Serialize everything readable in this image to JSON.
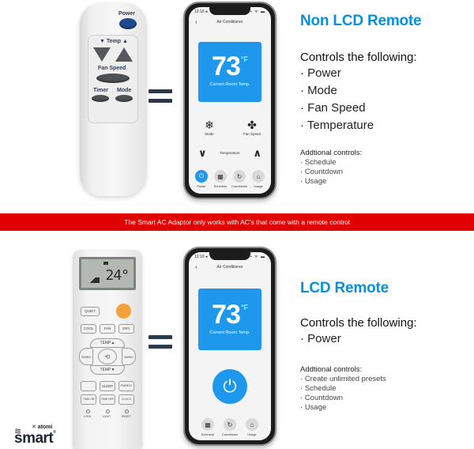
{
  "banner": {
    "text": "The Smart AC Adaptor only works with AC's that come with a remote control",
    "color": "#e00000"
  },
  "colors": {
    "accent_blue": "#0a8fd8",
    "app_blue": "#1e98ec",
    "equals_color": "#2c3a4d",
    "orange_button": "#f3a23a"
  },
  "section_non_lcd": {
    "heading": "Non LCD Remote",
    "controls_title": "Controls the following:",
    "controls": [
      "Power",
      "Mode",
      "Fan Speed",
      "Temperature"
    ],
    "additional_title": "Addtional controls:",
    "additional": [
      "Schedule",
      "Countdown",
      "Usage"
    ],
    "remote": {
      "power_label": "Power",
      "temp_label": "▼ Temp ▲",
      "fan_speed_label": "Fan Speed",
      "timer_label": "Timer",
      "mode_label": "Mode"
    },
    "phone": {
      "status_time": "12:10 ◂",
      "status_icons": "▪ ᯤ ▬",
      "back_icon": "‹",
      "title": "Air Conditioner",
      "temperature": "73",
      "unit": "°F",
      "temp_caption": "Current Room Temp.",
      "mode_icon": "❄",
      "mode_label": "Mode",
      "fan_icon": "✤",
      "fan_label": "Fan Speed",
      "temp_down": "∨",
      "temp_up": "∧",
      "temp_control_label": "Temperature",
      "tabs": [
        {
          "icon": "⏻",
          "label": "Power",
          "active": true
        },
        {
          "icon": "▦",
          "label": "Schedule",
          "active": false
        },
        {
          "icon": "↻",
          "label": "Countdown",
          "active": false
        },
        {
          "icon": "⌂",
          "label": "Usage",
          "active": false
        }
      ]
    }
  },
  "section_lcd": {
    "heading": "LCD Remote",
    "controls_title": "Controls the following:",
    "controls": [
      "Power"
    ],
    "additional_title": "Addtional controls:",
    "additional": [
      "Create unlimited presets",
      "Schedule",
      "Countdown",
      "Usage"
    ],
    "remote": {
      "lcd_value": "24°",
      "buttons": {
        "quiet": "QUIET",
        "cool": "COOL",
        "fan": "FAN",
        "dry": "DRY",
        "temp_up": "TEMP▲",
        "temp_down": "TEMP▼",
        "swing_left": "SWING",
        "swing_right": "SWING",
        "center": "⟲",
        "blank": "",
        "sleep": "SLEEP",
        "energy": "ENERGY",
        "time_on": "TIME ON",
        "time_off": "TIME OFF",
        "clock": "CLOCK",
        "lock": "LOCK",
        "light": "LIGHT",
        "reset": "RESET"
      }
    },
    "phone": {
      "status_time": "12:10 ◂",
      "status_icons": "▪ ᯤ ▬",
      "back_icon": "‹",
      "title": "Air Conditioner",
      "temperature": "73",
      "unit": "°F",
      "temp_caption": "Current Room Temp.",
      "power_icon": "⏻",
      "tabs": [
        {
          "icon": "▦",
          "label": "Schedule"
        },
        {
          "icon": "↻",
          "label": "Countdown"
        },
        {
          "icon": "⌂",
          "label": "Usage"
        }
      ]
    }
  },
  "logo": {
    "wifi_icon": "≋",
    "small_text": "✕ atomi",
    "brand_text": "smart",
    "registered": "®"
  }
}
